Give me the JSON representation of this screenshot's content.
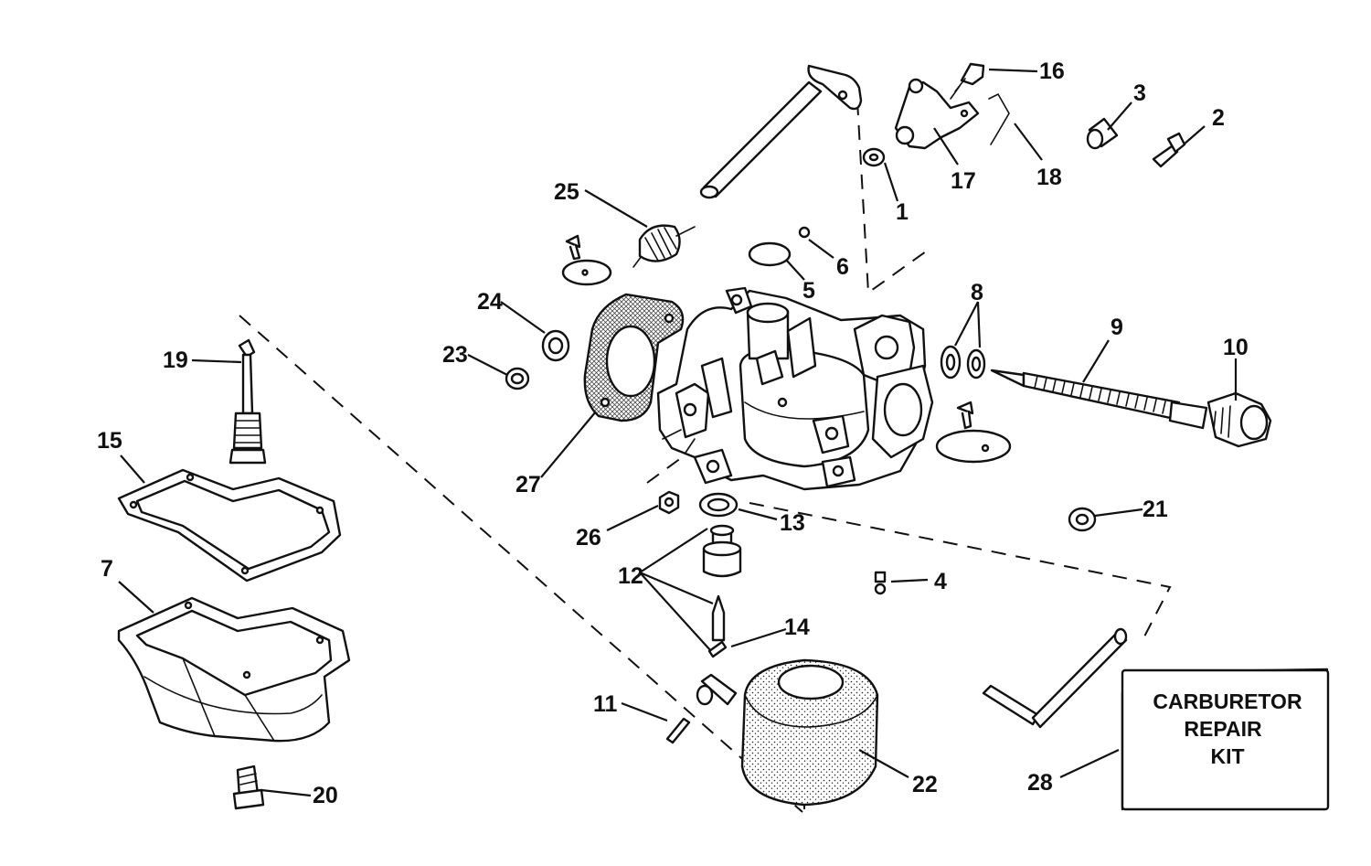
{
  "callouts": {
    "c1": "1",
    "c2": "2",
    "c3": "3",
    "c4": "4",
    "c5": "5",
    "c6": "6",
    "c7": "7",
    "c8": "8",
    "c9": "9",
    "c10": "10",
    "c11": "11",
    "c12": "12",
    "c13": "13",
    "c14": "14",
    "c15": "15",
    "c16": "16",
    "c17": "17",
    "c18": "18",
    "c19": "19",
    "c20": "20",
    "c21": "21",
    "c22": "22",
    "c23": "23",
    "c24": "24",
    "c25": "25",
    "c26": "26",
    "c27": "27",
    "c28": "28"
  },
  "kit_box": {
    "line1": "CARBURETOR",
    "line2": "REPAIR",
    "line3": "KIT"
  }
}
